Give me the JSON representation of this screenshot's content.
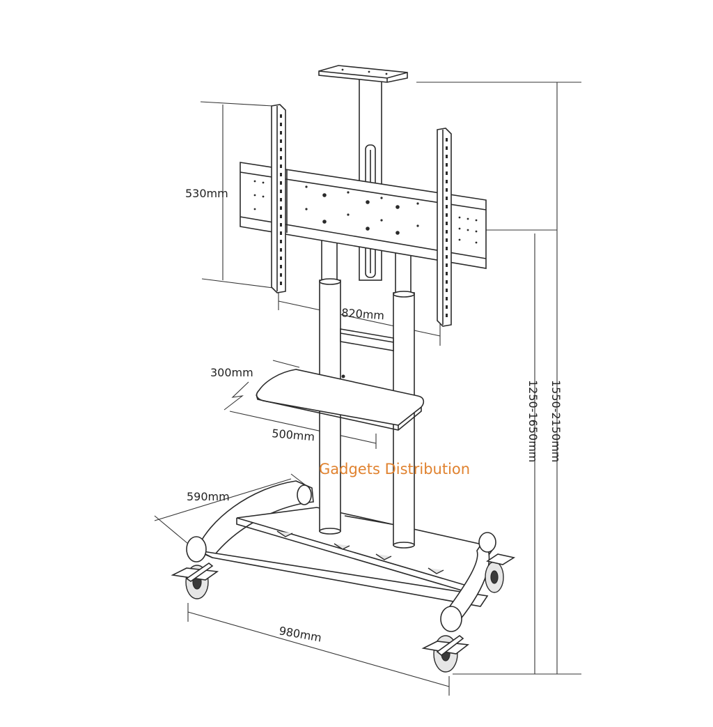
{
  "dimensions": {
    "display_height": "530mm",
    "display_width": "820mm",
    "shelf_depth": "300mm",
    "shelf_width": "500mm",
    "base_depth": "590mm",
    "base_width": "980mm",
    "mount_center_height": "1250-1650mm",
    "total_height": "1550-2150mm"
  },
  "watermark": {
    "text": "Gadgets Distribution",
    "color": "#e0822f"
  },
  "colors": {
    "line": "#2a2a2a",
    "background": "#ffffff"
  }
}
